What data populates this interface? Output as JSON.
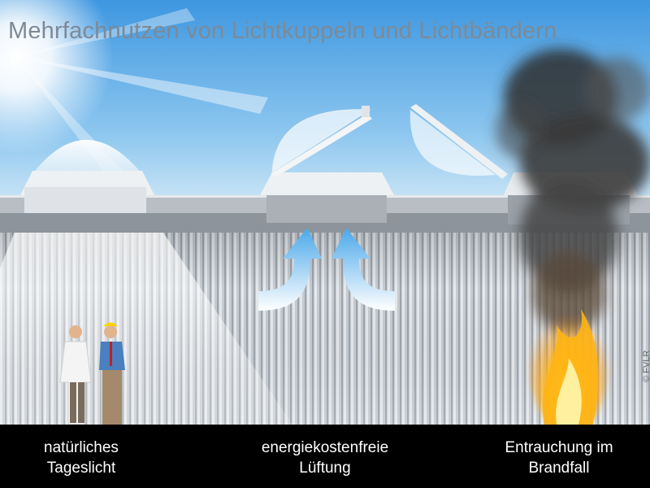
{
  "title": "Mehrfachnutzen von Lichtkuppeln und Lichtbändern",
  "copyright": "© FVLR",
  "captions": [
    {
      "line1": "natürliches",
      "line2": "Tageslicht"
    },
    {
      "line1": "energiekostenfreie",
      "line2": "Lüftung"
    },
    {
      "line1": "Entrauchung im",
      "line2": "Brandfall"
    }
  ],
  "colors": {
    "sky_top": "#3f9be3",
    "sky_bottom": "#cfe6f5",
    "wall": "#c9ced4",
    "roof": "#9aa0a7",
    "arrow": "#6fb8ec",
    "smoke": "#333333",
    "fire": "#ff9a10",
    "caption_bar": "#000000",
    "title_text": "#7d8a96"
  }
}
